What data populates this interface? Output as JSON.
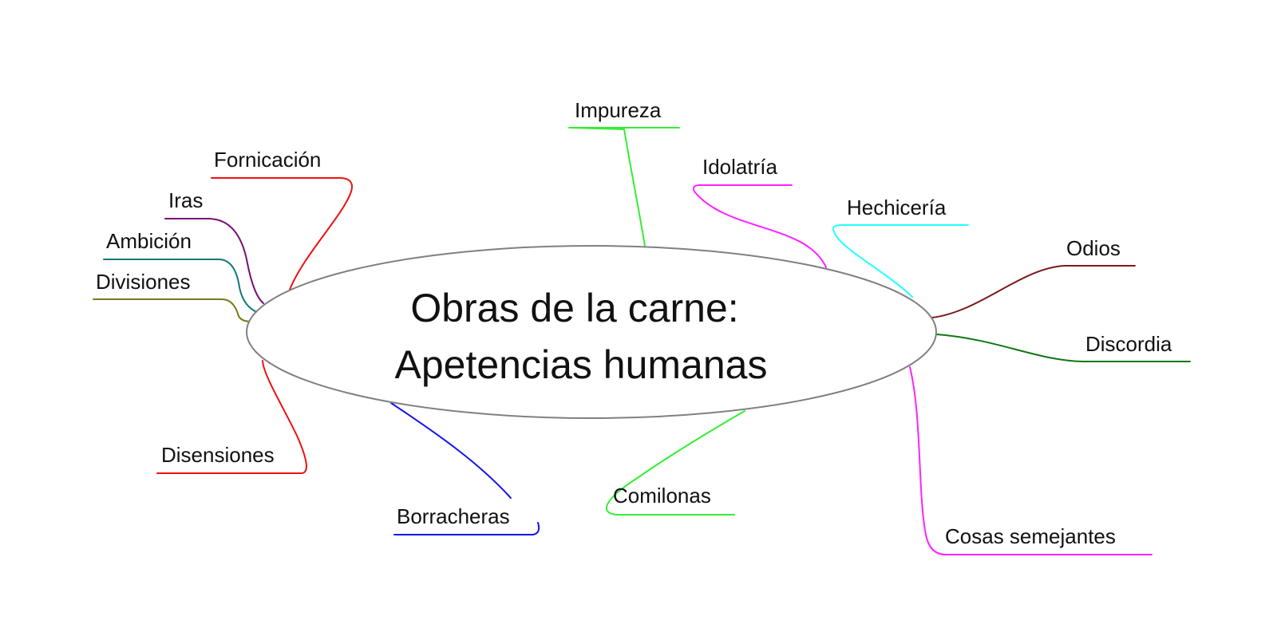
{
  "diagram": {
    "center": {
      "line1": "Obras de la carne:",
      "line2": "Apetencias humanas",
      "stroke_color": "#808080",
      "fill_color": "#ffffff"
    },
    "branches": [
      {
        "id": "impureza",
        "label": "Impureza",
        "color": "#33ee33"
      },
      {
        "id": "idolatria",
        "label": "Idolatría",
        "color": "#ff22ff"
      },
      {
        "id": "hechiceria",
        "label": "Hechicería",
        "color": "#22ffff"
      },
      {
        "id": "odios",
        "label": "Odios",
        "color": "#7a1a1a"
      },
      {
        "id": "discordia",
        "label": "Discordia",
        "color": "#117711"
      },
      {
        "id": "cosas-semejantes",
        "label": "Cosas semejantes",
        "color": "#ff22ff"
      },
      {
        "id": "comilonas",
        "label": "Comilonas",
        "color": "#33ee33"
      },
      {
        "id": "borracheras",
        "label": "Borracheras",
        "color": "#1111ee"
      },
      {
        "id": "disensiones",
        "label": "Disensiones",
        "color": "#ee1111"
      },
      {
        "id": "divisiones",
        "label": "Divisiones",
        "color": "#7a7a1a"
      },
      {
        "id": "ambicion",
        "label": "Ambición",
        "color": "#117777"
      },
      {
        "id": "iras",
        "label": "Iras",
        "color": "#771177"
      },
      {
        "id": "fornicacion",
        "label": "Fornicación",
        "color": "#ee1111"
      }
    ]
  }
}
